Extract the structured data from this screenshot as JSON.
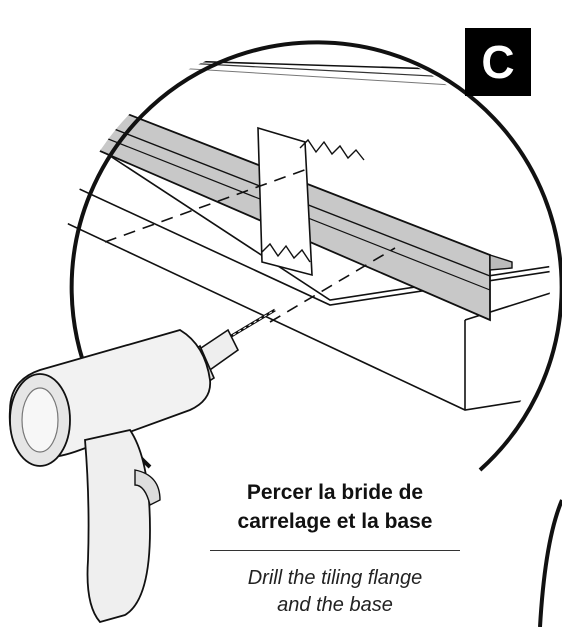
{
  "step": {
    "letter": "C"
  },
  "caption": {
    "fr_line1": "Percer la bride de",
    "fr_line2": "carrelage et la base",
    "en_line1": "Drill the tiling flange",
    "en_line2": "and the base"
  },
  "colors": {
    "flange_fill": "#c8c8c8",
    "outline": "#111111",
    "background": "#ffffff"
  }
}
